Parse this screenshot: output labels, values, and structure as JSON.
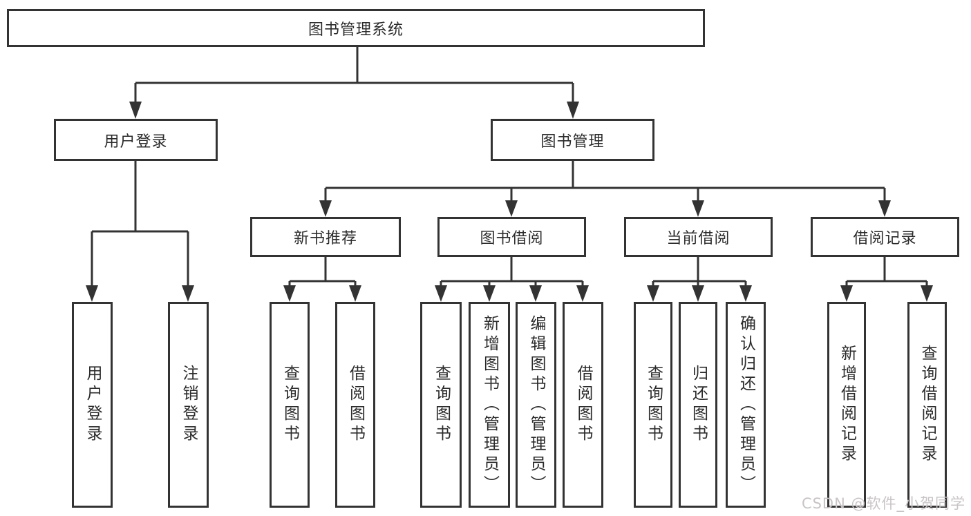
{
  "diagram": {
    "root": {
      "label": "图书管理系统"
    },
    "branches": [
      {
        "label": "用户登录",
        "children": [
          {
            "label": "用户登录"
          },
          {
            "label": "注销登录"
          }
        ]
      },
      {
        "label": "图书管理",
        "groups": [
          {
            "label": "新书推荐",
            "children": [
              {
                "label": "查询图书"
              },
              {
                "label": "借阅图书"
              }
            ]
          },
          {
            "label": "图书借阅",
            "children": [
              {
                "label": "查询图书"
              },
              {
                "label": "新增图书（管理员）"
              },
              {
                "label": "编辑图书（管理员）"
              },
              {
                "label": "借阅图书"
              }
            ]
          },
          {
            "label": "当前借阅",
            "children": [
              {
                "label": "查询图书"
              },
              {
                "label": "归还图书"
              },
              {
                "label": "确认归还（管理员）"
              }
            ]
          },
          {
            "label": "借阅记录",
            "children": [
              {
                "label": "新增借阅记录"
              },
              {
                "label": "查询借阅记录"
              }
            ]
          }
        ]
      }
    ],
    "watermark": "CSDN @软件_小贺同学",
    "colors": {
      "line": "#333333",
      "text": "#2b2b2b",
      "background": "#ffffff",
      "watermark": "#c9c4c6"
    }
  }
}
